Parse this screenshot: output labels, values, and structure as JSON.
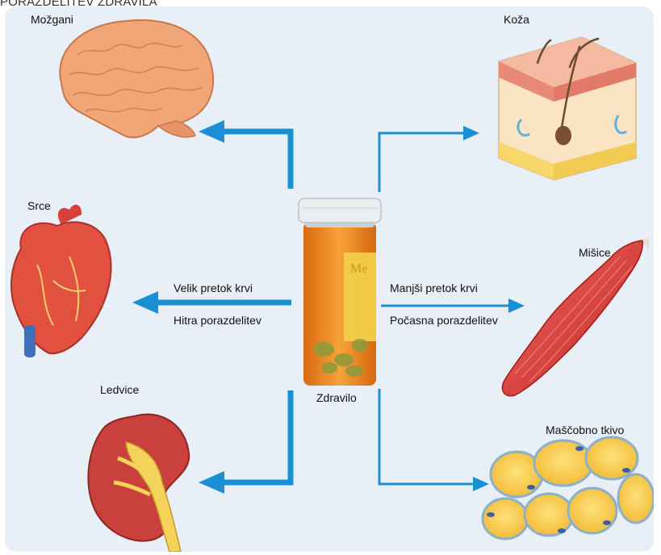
{
  "title": "PORAZDELITEV ZDRAVILA",
  "center": {
    "label": "Zdravilo"
  },
  "organs": {
    "brain": "Možgani",
    "heart": "Srce",
    "kidney": "Ledvice",
    "skin": "Koža",
    "muscle": "Mišice",
    "fat": "Maščobno tkivo"
  },
  "flow": {
    "left_line1": "Velik pretok krvi",
    "left_line2": "Hitra porazdelitev",
    "right_line1": "Manjši pretok krvi",
    "right_line2": "Počasna porazdelitev"
  },
  "colors": {
    "arrow": "#1a8fd4",
    "panel": "#e8eff6",
    "bottle": "#f08a1c",
    "cap": "#e9eef0"
  }
}
